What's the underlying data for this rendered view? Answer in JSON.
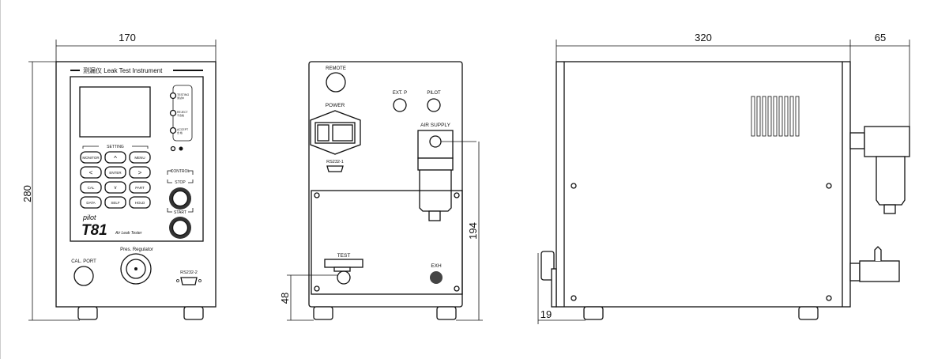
{
  "dimensions": {
    "front_width": "170",
    "front_height": "280",
    "side_depth": "320",
    "filter_depth": "65",
    "rear_height": "194",
    "test_port_height": "48",
    "knob_offset": "19"
  },
  "front": {
    "header": "测漏仪  Leak Test Instrument",
    "leds": [
      {
        "label": "TESTING",
        "cn": "测试中"
      },
      {
        "label": "REJECT",
        "cn": "不合格"
      },
      {
        "label": "ACCEPT",
        "cn": "合 格"
      }
    ],
    "setting_label": "SETTING",
    "buttons": [
      "MONITOR",
      "^",
      "MENU",
      "<",
      "ENTER",
      ">",
      "CAL",
      "v",
      "PART",
      "DATA",
      "SELF",
      "HOLD"
    ],
    "control_label": "CONTROL",
    "stop_label": "STOP",
    "start_label": "START",
    "brand": "pilot",
    "model": "T81",
    "model_sub": "Air Leak Tester",
    "cal_port": "CAL. PORT",
    "regulator": "Pres. Regulator",
    "rs232": "RS232-2"
  },
  "rear": {
    "remote": "REMOTE",
    "ext_p": "EXT. P",
    "pilot": "PILOT",
    "power": "POWER",
    "air_supply": "AIR SUPPLY",
    "rs232": "RS232-1",
    "test": "TEST",
    "exh": "EXH"
  }
}
